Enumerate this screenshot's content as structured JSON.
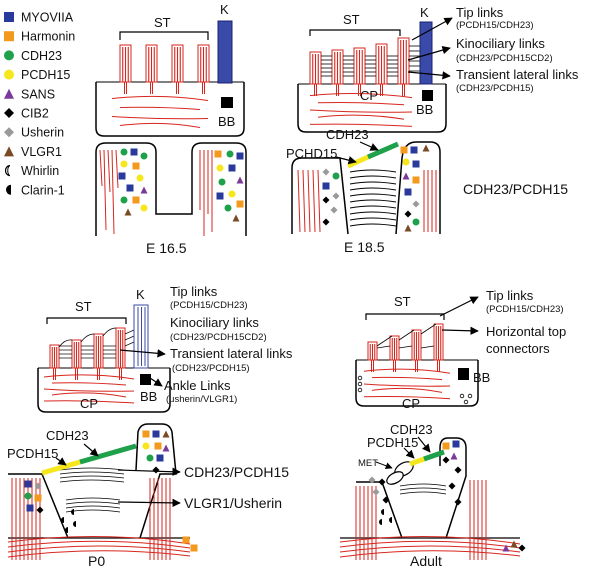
{
  "legend": {
    "items": [
      {
        "label": "MYOVIIA",
        "shape": "square",
        "color": "#2a3a9c"
      },
      {
        "label": "Harmonin",
        "shape": "square",
        "color": "#f39a1e"
      },
      {
        "label": "CDH23",
        "shape": "circle",
        "color": "#1fa04a"
      },
      {
        "label": "PCDH15",
        "shape": "circle",
        "color": "#f6e71c"
      },
      {
        "label": "SANS",
        "shape": "triangle",
        "color": "#7a3a9a"
      },
      {
        "label": "CIB2",
        "shape": "diamond",
        "color": "#000000"
      },
      {
        "label": "Usherin",
        "shape": "diamond",
        "color": "#9a9a9a"
      },
      {
        "label": "VLGR1",
        "shape": "triangle",
        "color": "#7a4a24"
      },
      {
        "label": "Whirlin",
        "shape": "whirlin",
        "color": "#000000"
      },
      {
        "label": "Clarin-1",
        "shape": "half-moon",
        "color": "#000000"
      }
    ]
  },
  "panels": {
    "e165": {
      "st": "ST",
      "k": "K",
      "bb": "BB",
      "stage": "E 16.5"
    },
    "e185": {
      "st": "ST",
      "k": "K",
      "cp": "CP",
      "bb": "BB",
      "stage": "E 18.5",
      "tip_links": "Tip links",
      "tip_links_sub": "(PCDH15/CDH23)",
      "kino_links": "Kinociliary links",
      "kino_links_sub": "(CDH23/PCDH15CD2)",
      "trans_links": "Transient lateral links",
      "trans_links_sub": "(CDH23/PCDH15)",
      "cdh23": "CDH23",
      "pchd15": "PCHD15",
      "pair": "CDH23/PCDH15"
    },
    "p0": {
      "st": "ST",
      "k": "K",
      "cp": "CP",
      "bb": "BB",
      "stage": "P0",
      "tip_links": "Tip links",
      "tip_links_sub": "(PCDH15/CDH23)",
      "kino_links": "Kinociliary links",
      "kino_links_sub": "(CDH23/PCDH15CD2)",
      "trans_links": "Transient lateral links",
      "trans_links_sub": "(CDH23/PCDH15)",
      "ankle_links": "Ankle Links",
      "ankle_links_sub": "(usherin/VLGR1)",
      "cdh23": "CDH23",
      "pcdh15": "PCDH15",
      "pair1": "CDH23/PCDH15",
      "pair2": "VLGR1/Usherin"
    },
    "adult": {
      "st": "ST",
      "cp": "CP",
      "bb": "BB",
      "stage": "Adult",
      "tip_links": "Tip links",
      "tip_links_sub": "(PCDH15/CDH23)",
      "horiz": "Horizontal top",
      "horiz2": "connectors",
      "cdh23": "CDH23",
      "pcdh15": "PCDH15",
      "met": "MET"
    }
  }
}
